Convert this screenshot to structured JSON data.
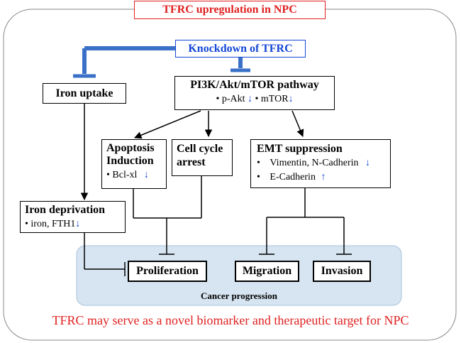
{
  "title": "TFRC upregulation in NPC",
  "knockdown": "Knockdown of TFRC",
  "iron_uptake": "Iron uptake",
  "pi3k": {
    "title": "PI3K/Akt/mTOR pathway",
    "line": [
      "• p-Akt",
      "• mTOR"
    ]
  },
  "apoptosis": {
    "title_1": "Apoptosis",
    "title_2": "Induction",
    "line": "• Bcl-xl"
  },
  "cell_cycle": {
    "line1": "Cell cycle",
    "line2": "arrest"
  },
  "emt": {
    "title": "EMT suppression",
    "items": [
      "Vimentin, N-Cadherin",
      "E-Cadherin"
    ]
  },
  "iron_deprivation": {
    "title": "Iron deprivation",
    "line": "• iron, FTH1"
  },
  "outcomes": [
    "Proliferation",
    "Migration",
    "Invasion"
  ],
  "cancer_progression": "Cancer progression",
  "conclusion": "TFRC may serve as a novel biomarker and therapeutic target for NPC",
  "symbols": {
    "down": "↓",
    "up": "↑",
    "bullet": "•"
  },
  "colors": {
    "title_red": "#e02020",
    "knockdown_blue": "#1446d6",
    "inhibit_blue": "#3a70c8",
    "arrow_blue": "#1446d6",
    "panel_fill": "#d6e5f1",
    "panel_border": "#a9c3dc"
  }
}
